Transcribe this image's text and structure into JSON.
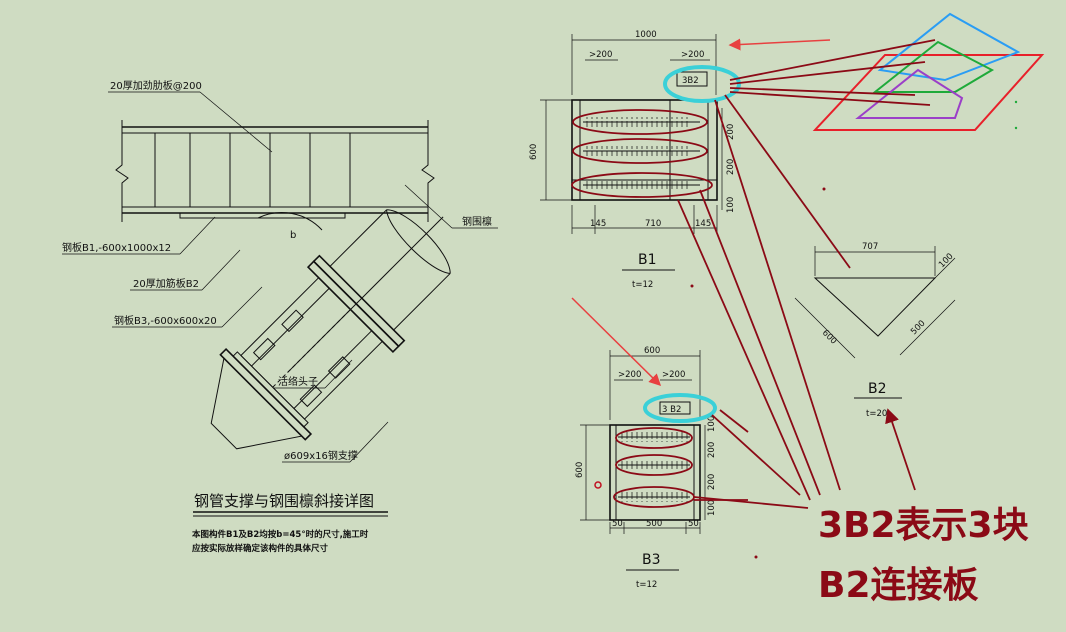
{
  "left": {
    "label_stiffener": "20厚加劲肋板@200",
    "label_plate_b1": "钢板B1,-600x1000x12",
    "label_rib_b2": "20厚加筋板B2",
    "label_plate_b3": "钢板B3,-600x600x20",
    "label_waler": "钢围檩",
    "label_joint": "活络头子",
    "label_strut": "ø609x16钢支撑",
    "angle_mark": "b",
    "title": "钢管支撑与钢围檩斜接详图",
    "note_line1": "本图构件B1及B2均按b=45°时的尺寸,施工时",
    "note_line2": "应按实际放样确定该构件的具体尺寸"
  },
  "b1": {
    "dim_total": "1000",
    "dim_left": ">200",
    "dim_right": ">200",
    "tag": "3B2",
    "dim_height": "600",
    "dim_200a": "200",
    "dim_200b": "200",
    "dim_100": "100",
    "dim_145a": "145",
    "dim_710": "710",
    "dim_145b": "145",
    "name": "B1",
    "thickness": "t=12"
  },
  "b3": {
    "dim_total": "600",
    "dim_left": ">200",
    "dim_right": ">200",
    "tag": "3 B2",
    "dim_height": "600",
    "dim_100": "100",
    "dim_200a": "200",
    "dim_200b": "200",
    "dim_100b": "100",
    "dim_50a": "50",
    "dim_500": "500",
    "dim_50b": "50",
    "name": "B3",
    "thickness": "t=12"
  },
  "b2": {
    "dim_707": "707",
    "dim_100": "100",
    "dim_600": "600",
    "dim_500": "500",
    "name": "B2",
    "thickness": "t=20"
  },
  "annotation": {
    "line1": "3B2表示3块",
    "line2": "B2连接板"
  },
  "colors": {
    "background": "#cfdcc2",
    "annotation_red": "#8b0a16",
    "highlight_cyan": "#3ad0d8",
    "arrow_red": "#e84040",
    "sketch_blue": "#2a9df4",
    "sketch_green": "#1faa3a",
    "sketch_purple": "#9b3fc8",
    "sketch_red": "#e8202a"
  }
}
